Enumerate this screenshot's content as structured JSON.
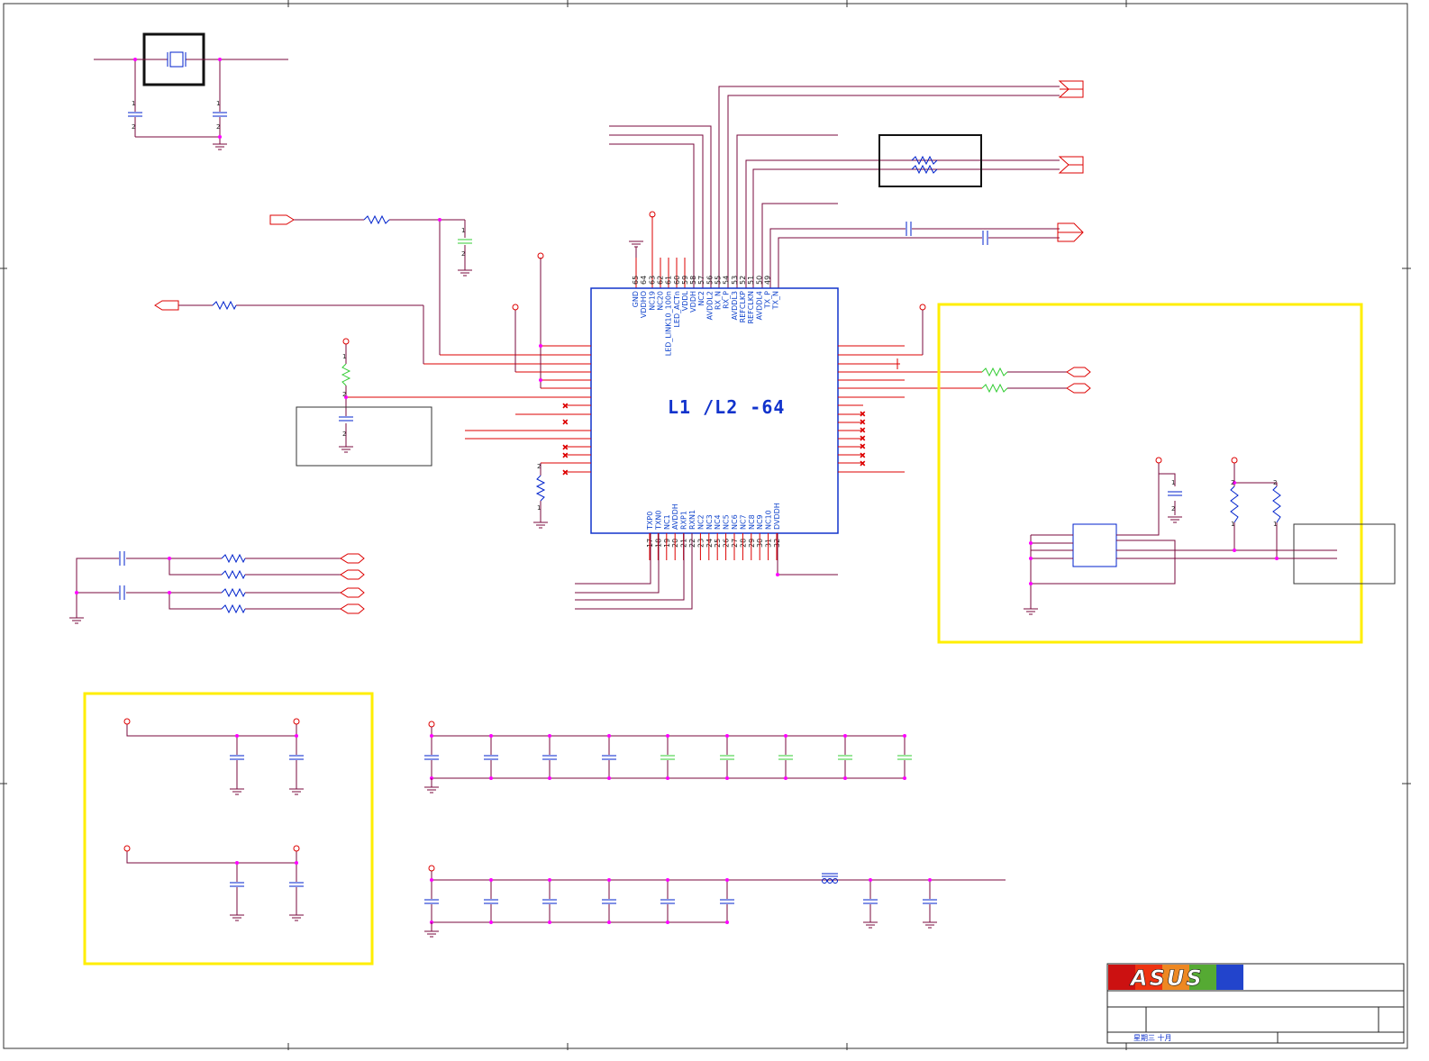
{
  "chip": {
    "label": "L1 /L2 -64",
    "top_pins": [
      {
        "num": "65",
        "name": "GND"
      },
      {
        "num": "64",
        "name": "VDDHO"
      },
      {
        "num": "63",
        "name": "NC19"
      },
      {
        "num": "62",
        "name": "NC20"
      },
      {
        "num": "61",
        "name": "LED_LINK10_100n"
      },
      {
        "num": "60",
        "name": "LED_ACTn"
      },
      {
        "num": "59",
        "name": "VDDL"
      },
      {
        "num": "58",
        "name": "VDDH"
      },
      {
        "num": "57",
        "name": "NC2"
      },
      {
        "num": "56",
        "name": "AVDDL2"
      },
      {
        "num": "55",
        "name": "RX_N"
      },
      {
        "num": "54",
        "name": "RX_P"
      },
      {
        "num": "53",
        "name": "AVDDL3"
      },
      {
        "num": "52",
        "name": "REFCLKP"
      },
      {
        "num": "51",
        "name": "REFCLKN"
      },
      {
        "num": "50",
        "name": "AVDDL4"
      },
      {
        "num": "49",
        "name": "TX_P"
      },
      {
        "num": "",
        "name": "TX_N"
      }
    ],
    "bottom_pins": [
      {
        "num": "17",
        "name": "TXP0"
      },
      {
        "num": "18",
        "name": "TXN0"
      },
      {
        "num": "19",
        "name": "NC1"
      },
      {
        "num": "20",
        "name": "AVDDH"
      },
      {
        "num": "21",
        "name": "RXP1"
      },
      {
        "num": "22",
        "name": "RXN1"
      },
      {
        "num": "23",
        "name": "NC2"
      },
      {
        "num": "24",
        "name": "NC3"
      },
      {
        "num": "25",
        "name": "NC4"
      },
      {
        "num": "26",
        "name": "NC5"
      },
      {
        "num": "27",
        "name": "NC6"
      },
      {
        "num": "28",
        "name": "NC7"
      },
      {
        "num": "29",
        "name": "NC8"
      },
      {
        "num": "30",
        "name": "NC9"
      },
      {
        "num": "31",
        "name": "NC10"
      },
      {
        "num": "32",
        "name": "DVDDH"
      }
    ]
  },
  "title_block": {
    "logo": "ASUS",
    "date_text": "星期三 十月"
  },
  "colors": {
    "wire": "#7a0a3c",
    "pin_line": "#dd0000",
    "component": "#0022cc",
    "highlight": "#ffee00",
    "connector": "#dd0000",
    "junction": "#ff00ff",
    "green_part": "#33cc33"
  }
}
